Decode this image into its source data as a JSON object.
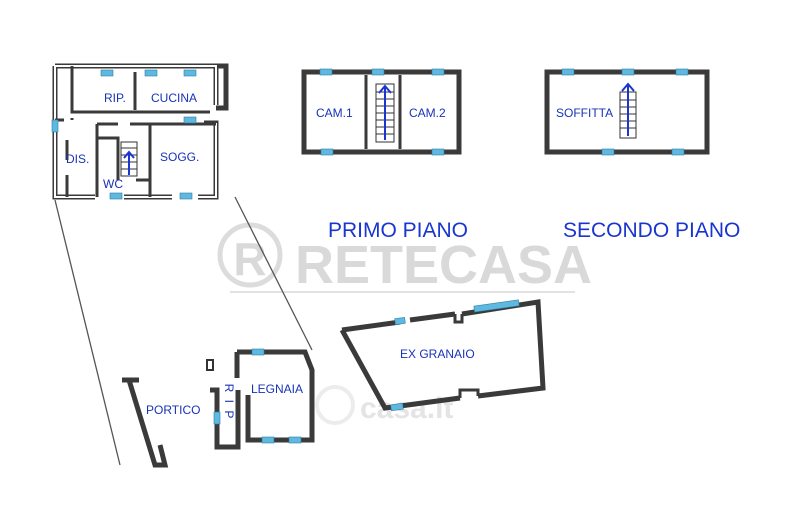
{
  "titles": {
    "primo": "PRIMO PIANO",
    "secondo": "SECONDO PIANO"
  },
  "watermark": {
    "logo_letter": "R",
    "brand": "RETECASA",
    "faint": "casa.it"
  },
  "ground_floor": {
    "rip": "RIP.",
    "cucina": "CUCINA",
    "dis": "DIS.",
    "sogg": "SOGG.",
    "wc": "WC"
  },
  "first_floor": {
    "cam1": "CAM.1",
    "cam2": "CAM.2"
  },
  "second_floor": {
    "soffitta": "SOFFITTA"
  },
  "outbuildings": {
    "ex_granaio": "EX GRANAIO",
    "portico": "PORTICO",
    "legnaia": "LEGNAIA",
    "rip_vertical": "R I P"
  },
  "colors": {
    "wall": "#3a3a3a",
    "window": "#5fb8df",
    "label": "#1733b8",
    "title": "#1a35d0",
    "watermark": "#d9d9d9"
  }
}
